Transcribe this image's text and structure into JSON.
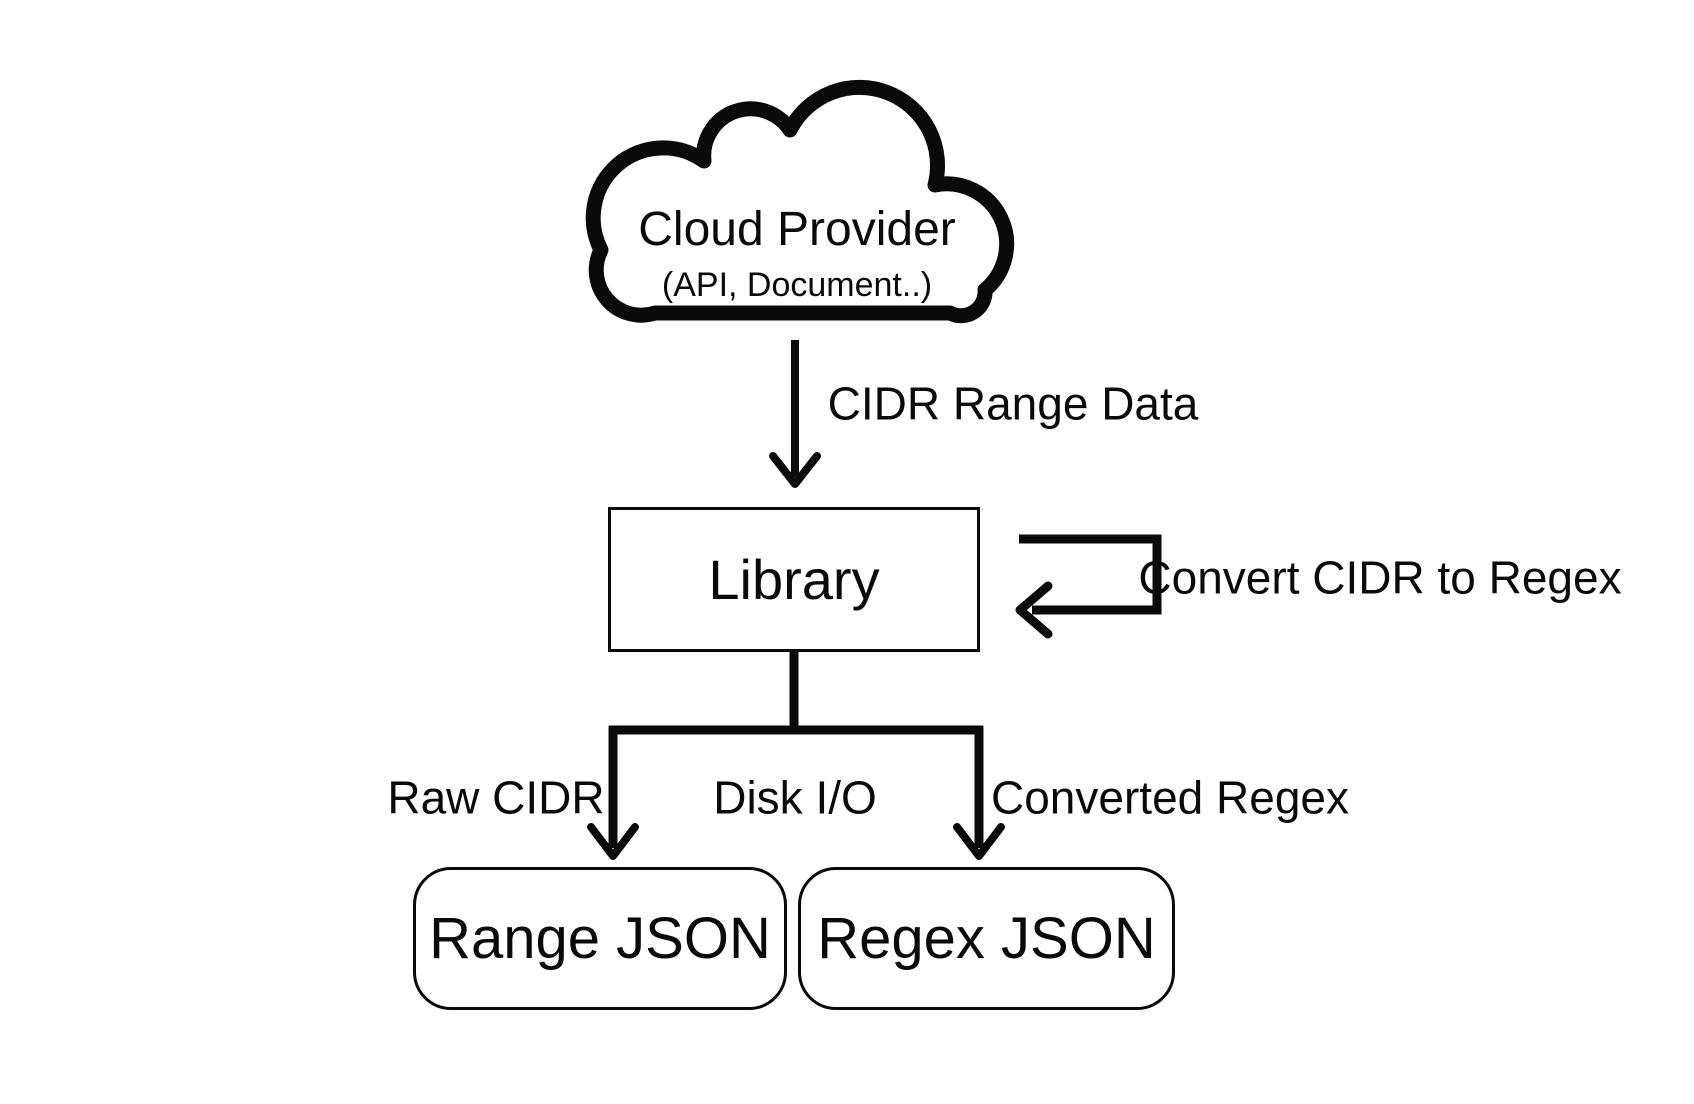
{
  "colors": {
    "ink": "#0a0a0a",
    "background": "#ffffff"
  },
  "nodes": {
    "cloud": {
      "title": "Cloud Provider",
      "subtitle": "(API, Document..)"
    },
    "library": {
      "label": "Library"
    },
    "range_json": {
      "label": "Range JSON"
    },
    "regex_json": {
      "label": "Regex JSON"
    }
  },
  "edges": {
    "cloud_to_library": {
      "label": "CIDR Range Data"
    },
    "library_self_loop": {
      "label": "Convert CIDR to Regex"
    },
    "library_to_range_json": {
      "label": "Raw CIDR"
    },
    "disk_io": {
      "label": "Disk I/O"
    },
    "library_to_regex_json": {
      "label": "Converted Regex"
    }
  }
}
